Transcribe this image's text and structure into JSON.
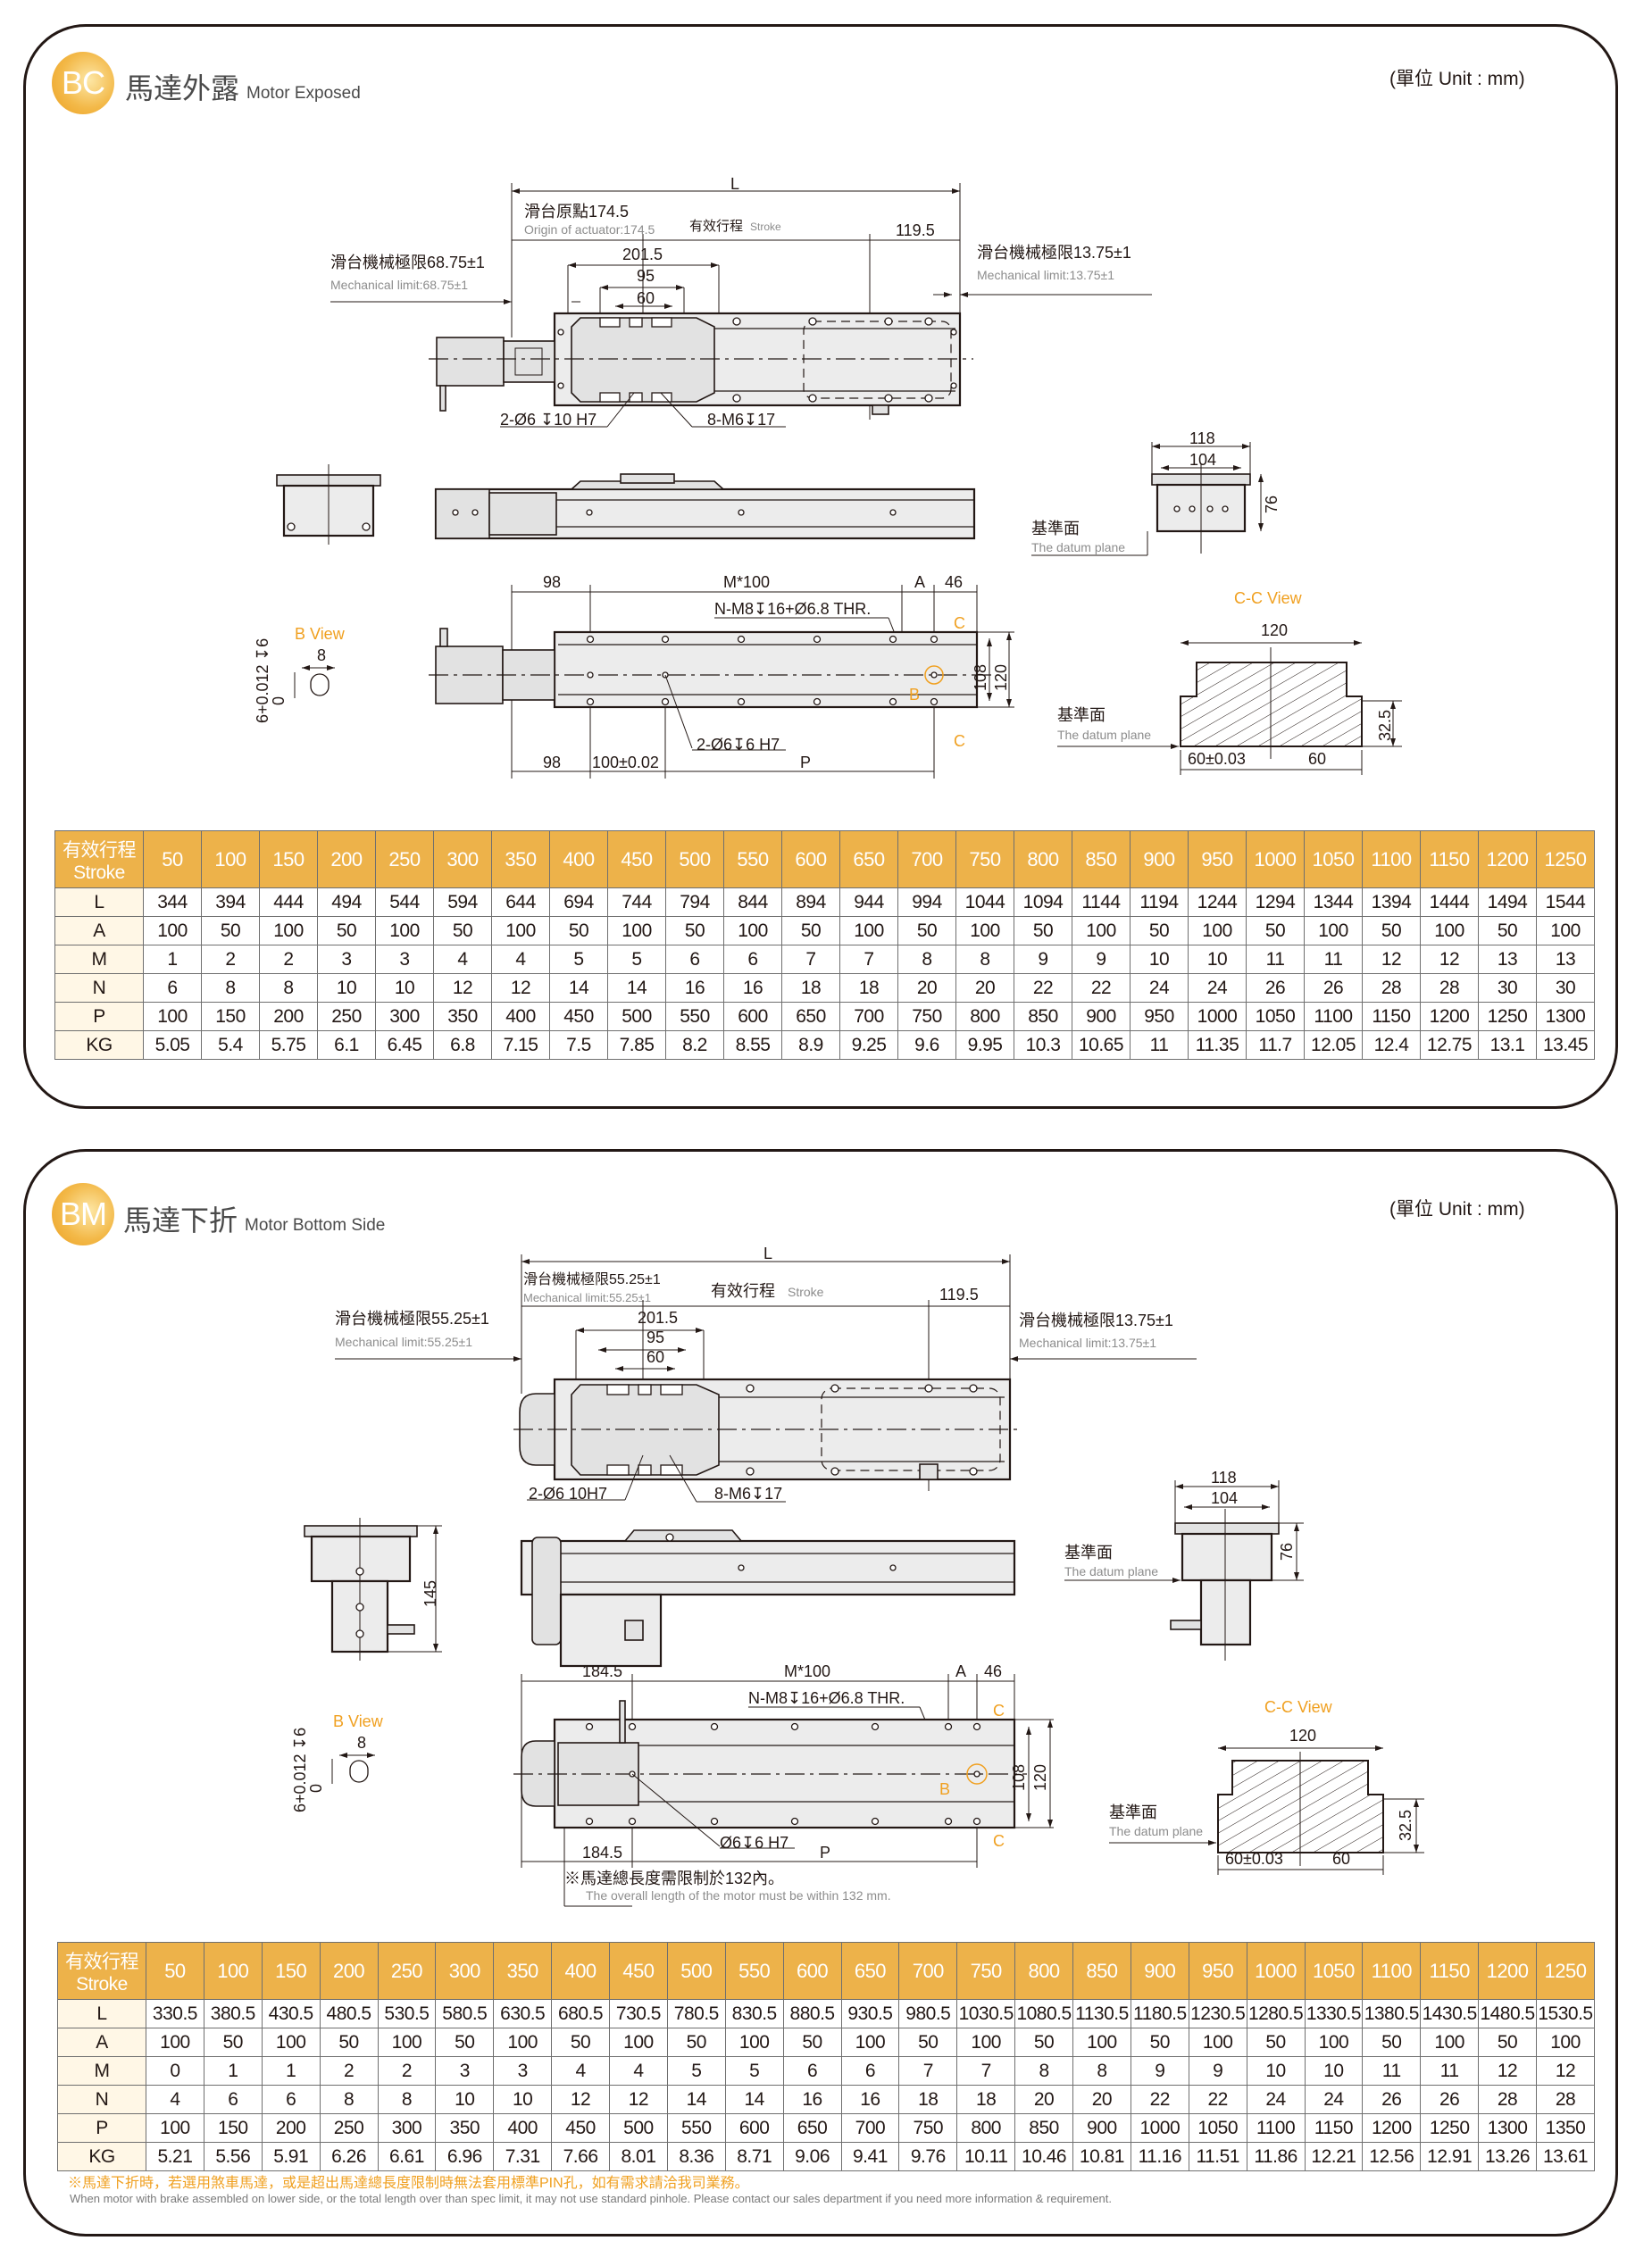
{
  "sections": [
    {
      "badge": "BC",
      "title_zh": "馬達外露",
      "title_en": "Motor Exposed",
      "unit": "(單位 Unit : mm)",
      "labels": {
        "L": "L",
        "origin_zh": "滑台原點174.5",
        "origin_en": "Origin of actuator:174.5",
        "stroke_zh": "有效行程",
        "stroke_en": "Stroke",
        "d119_5": "119.5",
        "d201_5": "201.5",
        "d95": "95",
        "d60": "60",
        "left_limit_zh": "滑台機械極限68.75±1",
        "left_limit_en": "Mechanical limit:68.75±1",
        "right_limit_zh": "滑台機械極限13.75±1",
        "right_limit_en": "Mechanical limit:13.75±1",
        "pin_note": "2-Ø6 ↧10 H7",
        "tap_note": "8-M6↧17",
        "d118": "118",
        "d104": "104",
        "d76": "76",
        "datum_zh": "基準面",
        "datum_en": "The datum plane",
        "b_view": "B View",
        "b8": "8",
        "b_tol": "6+0.012",
        "b_tol_low": "0",
        "b_depth": "↧6",
        "d98": "98",
        "m100": "M*100",
        "A": "A",
        "d46": "46",
        "thread_note": "N-M8↧16+Ø6.8 THR.",
        "C": "C",
        "d108": "108",
        "d120": "120",
        "B": "B",
        "pin2_note": "2-Ø6↧6 H7",
        "d100_tol": "100±0.02",
        "P": "P",
        "cc_view": "C-C View",
        "cc120": "120",
        "d32_5": "32.5",
        "d60_tol": "60±0.03",
        "d60b": "60"
      },
      "table": {
        "header_zh": "有效行程",
        "header_en": "Stroke",
        "strokes": [
          "50",
          "100",
          "150",
          "200",
          "250",
          "300",
          "350",
          "400",
          "450",
          "500",
          "550",
          "600",
          "650",
          "700",
          "750",
          "800",
          "850",
          "900",
          "950",
          "1000",
          "1050",
          "1100",
          "1150",
          "1200",
          "1250"
        ],
        "rows": [
          {
            "label": "L",
            "values": [
              "344",
              "394",
              "444",
              "494",
              "544",
              "594",
              "644",
              "694",
              "744",
              "794",
              "844",
              "894",
              "944",
              "994",
              "1044",
              "1094",
              "1144",
              "1194",
              "1244",
              "1294",
              "1344",
              "1394",
              "1444",
              "1494",
              "1544"
            ]
          },
          {
            "label": "A",
            "values": [
              "100",
              "50",
              "100",
              "50",
              "100",
              "50",
              "100",
              "50",
              "100",
              "50",
              "100",
              "50",
              "100",
              "50",
              "100",
              "50",
              "100",
              "50",
              "100",
              "50",
              "100",
              "50",
              "100",
              "50",
              "100"
            ]
          },
          {
            "label": "M",
            "values": [
              "1",
              "2",
              "2",
              "3",
              "3",
              "4",
              "4",
              "5",
              "5",
              "6",
              "6",
              "7",
              "7",
              "8",
              "8",
              "9",
              "9",
              "10",
              "10",
              "11",
              "11",
              "12",
              "12",
              "13",
              "13"
            ]
          },
          {
            "label": "N",
            "values": [
              "6",
              "8",
              "8",
              "10",
              "10",
              "12",
              "12",
              "14",
              "14",
              "16",
              "16",
              "18",
              "18",
              "20",
              "20",
              "22",
              "22",
              "24",
              "24",
              "26",
              "26",
              "28",
              "28",
              "30",
              "30"
            ]
          },
          {
            "label": "P",
            "values": [
              "100",
              "150",
              "200",
              "250",
              "300",
              "350",
              "400",
              "450",
              "500",
              "550",
              "600",
              "650",
              "700",
              "750",
              "800",
              "850",
              "900",
              "950",
              "1000",
              "1050",
              "1100",
              "1150",
              "1200",
              "1250",
              "1300"
            ]
          },
          {
            "label": "KG",
            "values": [
              "5.05",
              "5.4",
              "5.75",
              "6.1",
              "6.45",
              "6.8",
              "7.15",
              "7.5",
              "7.85",
              "8.2",
              "8.55",
              "8.9",
              "9.25",
              "9.6",
              "9.95",
              "10.3",
              "10.65",
              "11",
              "11.35",
              "11.7",
              "12.05",
              "12.4",
              "12.75",
              "13.1",
              "13.45"
            ]
          }
        ]
      }
    },
    {
      "badge": "BM",
      "title_zh": "馬達下折",
      "title_en": "Motor Bottom Side",
      "unit": "(單位 Unit : mm)",
      "labels": {
        "L": "L",
        "origin_zh": "滑台機械極限55.25±1",
        "origin_en": "Mechanical limit:55.25±1",
        "stroke_zh": "有效行程",
        "stroke_en": "Stroke",
        "d119_5": "119.5",
        "d201_5": "201.5",
        "d95": "95",
        "d60": "60",
        "left_limit_zh": "滑台機械極限55.25±1",
        "left_limit_en": "Mechanical limit:55.25±1",
        "right_limit_zh": "滑台機械極限13.75±1",
        "right_limit_en": "Mechanical limit:13.75±1",
        "pin_note": "2-Ø6   10H7",
        "tap_note": "8-M6↧17",
        "d145": "145",
        "d118": "118",
        "d104": "104",
        "d76": "76",
        "datum_zh": "基準面",
        "datum_en": "The datum plane",
        "b_view": "B View",
        "b8": "8",
        "b_tol": "6+0.012",
        "b_tol_low": "0",
        "b_depth": "↧6",
        "d184_5": "184.5",
        "m100": "M*100",
        "A": "A",
        "d46": "46",
        "thread_note": "N-M8↧16+Ø6.8 THR.",
        "C": "C",
        "d108": "108",
        "d120": "120",
        "B": "B",
        "pin2_note": "Ø6↧6 H7",
        "d184_5b": "184.5",
        "P": "P",
        "motor_note_zh": "※馬達總長度需限制於132內。",
        "motor_note_en": "The overall length of the motor must be within 132 mm.",
        "cc_view": "C-C View",
        "cc120": "120",
        "d32_5": "32.5",
        "d60_tol": "60±0.03",
        "d60b": "60"
      },
      "table": {
        "header_zh": "有效行程",
        "header_en": "Stroke",
        "strokes": [
          "50",
          "100",
          "150",
          "200",
          "250",
          "300",
          "350",
          "400",
          "450",
          "500",
          "550",
          "600",
          "650",
          "700",
          "750",
          "800",
          "850",
          "900",
          "950",
          "1000",
          "1050",
          "1100",
          "1150",
          "1200",
          "1250"
        ],
        "rows": [
          {
            "label": "L",
            "values": [
              "330.5",
              "380.5",
              "430.5",
              "480.5",
              "530.5",
              "580.5",
              "630.5",
              "680.5",
              "730.5",
              "780.5",
              "830.5",
              "880.5",
              "930.5",
              "980.5",
              "1030.5",
              "1080.5",
              "1130.5",
              "1180.5",
              "1230.5",
              "1280.5",
              "1330.5",
              "1380.5",
              "1430.5",
              "1480.5",
              "1530.5"
            ]
          },
          {
            "label": "A",
            "values": [
              "100",
              "50",
              "100",
              "50",
              "100",
              "50",
              "100",
              "50",
              "100",
              "50",
              "100",
              "50",
              "100",
              "50",
              "100",
              "50",
              "100",
              "50",
              "100",
              "50",
              "100",
              "50",
              "100",
              "50",
              "100"
            ]
          },
          {
            "label": "M",
            "values": [
              "0",
              "1",
              "1",
              "2",
              "2",
              "3",
              "3",
              "4",
              "4",
              "5",
              "5",
              "6",
              "6",
              "7",
              "7",
              "8",
              "8",
              "9",
              "9",
              "10",
              "10",
              "11",
              "11",
              "12",
              "12"
            ]
          },
          {
            "label": "N",
            "values": [
              "4",
              "6",
              "6",
              "8",
              "8",
              "10",
              "10",
              "12",
              "12",
              "14",
              "14",
              "16",
              "16",
              "18",
              "18",
              "20",
              "20",
              "22",
              "22",
              "24",
              "24",
              "26",
              "26",
              "28",
              "28"
            ]
          },
          {
            "label": "P",
            "values": [
              "100",
              "150",
              "200",
              "250",
              "300",
              "350",
              "400",
              "450",
              "500",
              "550",
              "600",
              "650",
              "700",
              "750",
              "800",
              "850",
              "900",
              "1000",
              "1050",
              "1100",
              "1150",
              "1200",
              "1250",
              "1300",
              "1350"
            ]
          },
          {
            "label": "KG",
            "values": [
              "5.21",
              "5.56",
              "5.91",
              "6.26",
              "6.61",
              "6.96",
              "7.31",
              "7.66",
              "8.01",
              "8.36",
              "8.71",
              "9.06",
              "9.41",
              "9.76",
              "10.11",
              "10.46",
              "10.81",
              "11.16",
              "11.51",
              "11.86",
              "12.21",
              "12.56",
              "12.91",
              "13.26",
              "13.61"
            ]
          }
        ],
        "footnote_zh": "※馬達下折時，若選用煞車馬達，或是超出馬達總長度限制時無法套用標準PIN孔，如有需求請洽我司業務。",
        "footnote_en": "When motor with brake assembled on lower side, or the total length over than spec limit, it may not use standard pinhole. Please contact our sales department if you need more information & requirement."
      }
    }
  ],
  "colors": {
    "accent": "#edb24a",
    "highlight": "#f0a020",
    "row_label_bg": "#fff7e6",
    "border": "#231815"
  }
}
